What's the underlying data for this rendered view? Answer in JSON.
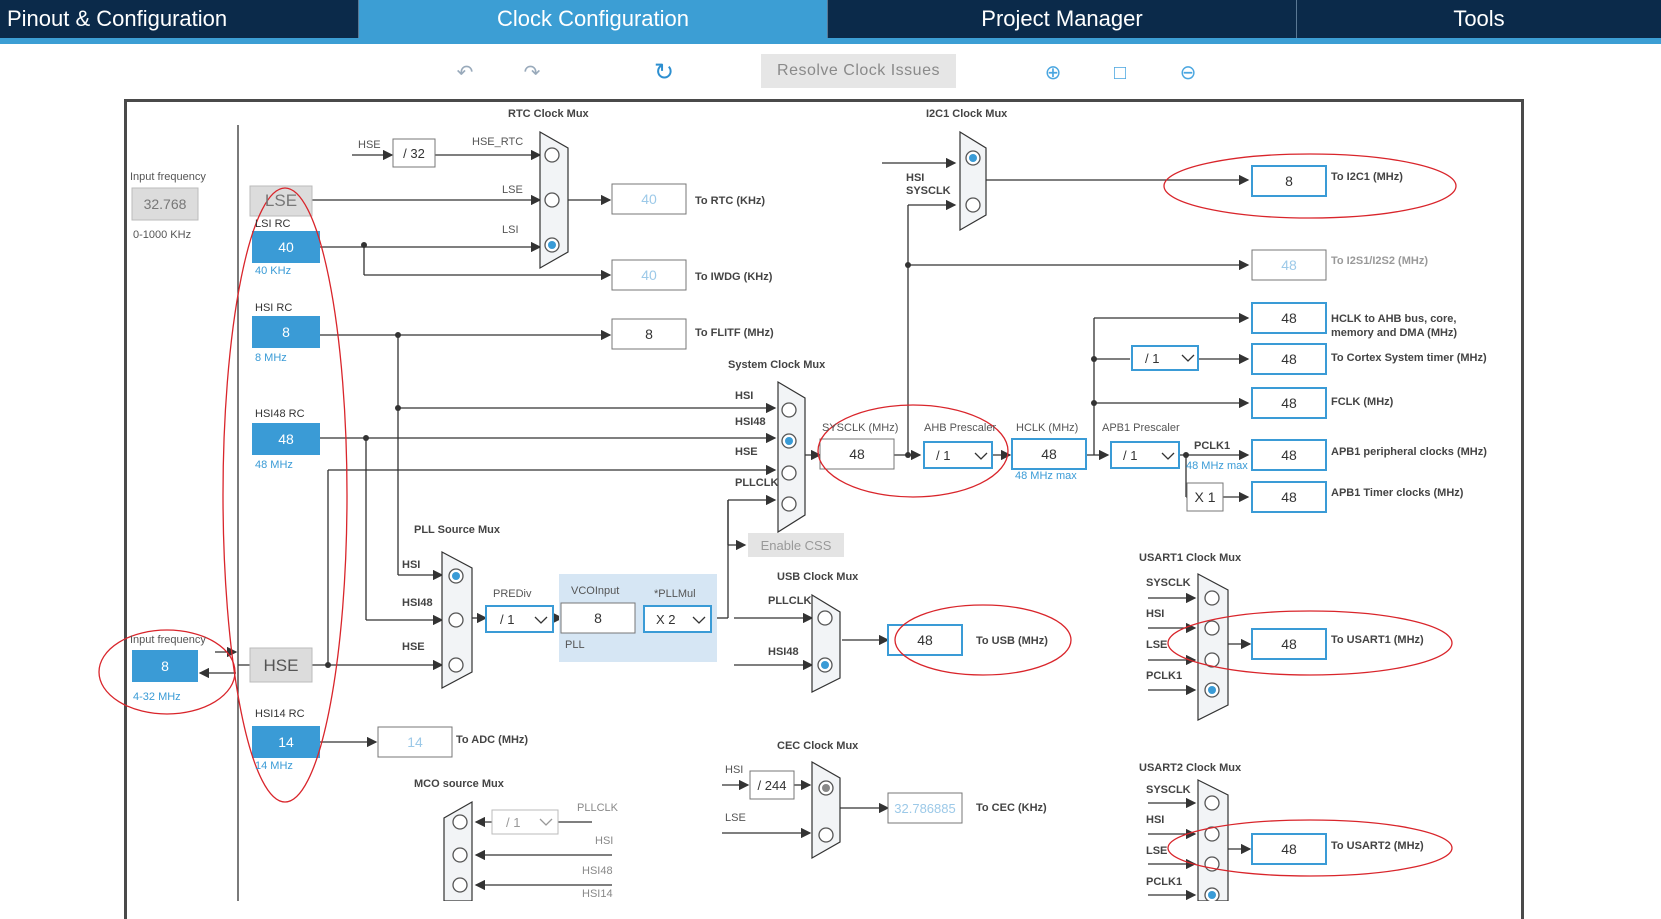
{
  "tabs": {
    "pinout": "Pinout & Configuration",
    "clock": "Clock Configuration",
    "project": "Project Manager",
    "tools": "Tools"
  },
  "toolbar": {
    "resolve": "Resolve Clock Issues",
    "undo_icon": "undo-icon",
    "redo_icon": "redo-icon",
    "refresh_icon": "refresh-icon",
    "zoom_in_icon": "zoom-in-icon",
    "fit_icon": "fit-screen-icon",
    "zoom_out_icon": "zoom-out-icon"
  },
  "colors": {
    "tab_bg": "#0b2a4a",
    "tab_active": "#3c9ed4",
    "box_blue": "#3a9bd6",
    "annotation": "#d9252b"
  },
  "sources": {
    "input_freq_label": "Input frequency",
    "lse_input": "32.768",
    "lse_range": "0-1000 KHz",
    "lse": "LSE",
    "lsi_rc": "LSI RC",
    "lsi_val": "40",
    "lsi_unit": "40 KHz",
    "hsi_rc": "HSI RC",
    "hsi_val": "8",
    "hsi_unit": "8 MHz",
    "hsi48_rc": "HSI48 RC",
    "hsi48_val": "48",
    "hsi48_unit": "48 MHz",
    "hse_input": "8",
    "hse_range": "4-32 MHz",
    "hse": "HSE",
    "hsi14_rc": "HSI14 RC",
    "hsi14_val": "14",
    "hsi14_unit": "14 MHz"
  },
  "rtc": {
    "title": "RTC Clock Mux",
    "hse": "HSE",
    "div32": "/ 32",
    "hse_rtc": "HSE_RTC",
    "lse": "LSE",
    "lsi": "LSI",
    "rtc_val": "40",
    "rtc_label": "To RTC (KHz)",
    "iwdg_val": "40",
    "iwdg_label": "To IWDG (KHz)",
    "flitf_val": "8",
    "flitf_label": "To FLITF (MHz)"
  },
  "i2c": {
    "title": "I2C1 Clock Mux",
    "hsi": "HSI",
    "sysclk": "SYSCLK",
    "val": "8",
    "label": "To I2C1 (MHz)",
    "i2s_val": "48",
    "i2s_label": "To I2S1/I2S2 (MHz)"
  },
  "sys": {
    "title": "System Clock Mux",
    "hsi": "HSI",
    "hsi48": "HSI48",
    "hse": "HSE",
    "pllclk": "PLLCLK",
    "enable_css": "Enable CSS",
    "sysclk_label": "SYSCLK (MHz)",
    "sysclk_val": "48",
    "ahb_label": "AHB Prescaler",
    "ahb_val": "/ 1",
    "hclk_label": "HCLK (MHz)",
    "hclk_val": "48",
    "hclk_max": "48 MHz max",
    "apb1_label": "APB1 Prescaler",
    "apb1_val": "/ 1",
    "pclk1": "PCLK1",
    "pclk1_max": "48 MHz max",
    "x1": "X 1",
    "cortex_div": "/ 1"
  },
  "outputs": {
    "hclk_val": "48",
    "hclk_label1": "HCLK to AHB bus, core,",
    "hclk_label2": "memory and DMA (MHz)",
    "cortex_val": "48",
    "cortex_label": "To Cortex System timer (MHz)",
    "fclk_val": "48",
    "fclk_label": "FCLK (MHz)",
    "apb1p_val": "48",
    "apb1p_label": "APB1 peripheral clocks (MHz)",
    "apb1t_val": "48",
    "apb1t_label": "APB1 Timer clocks (MHz)"
  },
  "pll": {
    "title": "PLL Source Mux",
    "hsi": "HSI",
    "hsi48": "HSI48",
    "hse": "HSE",
    "prediv_label": "PREDiv",
    "prediv_val": "/ 1",
    "vco_label": "VCOInput",
    "vco_val": "8",
    "pllmul_label": "*PLLMul",
    "pllmul_val": "X 2",
    "pll": "PLL"
  },
  "usb": {
    "title": "USB Clock Mux",
    "pllclk": "PLLCLK",
    "hsi48": "HSI48",
    "val": "48",
    "label": "To USB (MHz)"
  },
  "adc": {
    "val": "14",
    "label": "To ADC (MHz)"
  },
  "mco": {
    "title": "MCO source Mux",
    "div": "/ 1",
    "pllclk": "PLLCLK",
    "hsi": "HSI",
    "hsi48": "HSI48",
    "hsi14": "HSI14"
  },
  "cec": {
    "title": "CEC Clock Mux",
    "hsi": "HSI",
    "div244": "/ 244",
    "lse": "LSE",
    "val": "32.786885",
    "label": "To CEC (KHz)"
  },
  "usart1": {
    "title": "USART1 Clock Mux",
    "sysclk": "SYSCLK",
    "hsi": "HSI",
    "lse": "LSE",
    "pclk1": "PCLK1",
    "val": "48",
    "label": "To USART1 (MHz)"
  },
  "usart2": {
    "title": "USART2 Clock Mux",
    "sysclk": "SYSCLK",
    "hsi": "HSI",
    "lse": "LSE",
    "pclk1": "PCLK1",
    "val": "48",
    "label": "To USART2 (MHz)"
  }
}
